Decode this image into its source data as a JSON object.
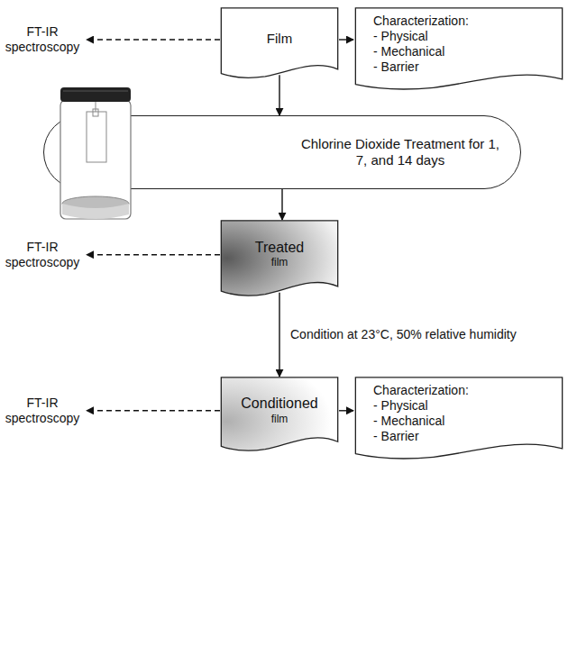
{
  "diagram": {
    "nodes": [
      {
        "text": [
          "FT-IR spectroscopy"
        ]
      },
      {
        "text": [
          "Film"
        ]
      },
      {
        "text": [
          "Characterization:",
          "- Physical",
          "- Mechanical",
          "- Barrier"
        ]
      },
      {
        "text": [
          "Chlorine Dioxide Treatment for 1, 7, and 14 days"
        ]
      },
      {
        "text": [
          "FT-IR spectroscopy"
        ]
      },
      {
        "text": [
          "Treated",
          "film"
        ]
      },
      {
        "text": [
          "FT-IR spectroscopy"
        ]
      },
      {
        "text": [
          "Conditioned",
          "film"
        ]
      },
      {
        "text": [
          "Characterization:",
          "- Physical",
          "- Mechanical",
          "- Barrier"
        ]
      }
    ],
    "edges": [
      {
        "from": 1,
        "to": 0,
        "arrow": "to"
      },
      {
        "from": 1,
        "to": 2,
        "arrow": "to"
      },
      {
        "from": 1,
        "to": 3,
        "arrow": "to"
      },
      {
        "from": 3,
        "to": 5,
        "arrow": "to"
      },
      {
        "from": 5,
        "to": 4,
        "arrow": "to"
      },
      {
        "from": 5,
        "to": 7,
        "label": "Condition at 23°C, 50% relative humidity",
        "arrow": "to"
      },
      {
        "from": 7,
        "to": 6,
        "arrow": "to"
      },
      {
        "from": 7,
        "to": 8,
        "arrow": "to"
      }
    ]
  }
}
